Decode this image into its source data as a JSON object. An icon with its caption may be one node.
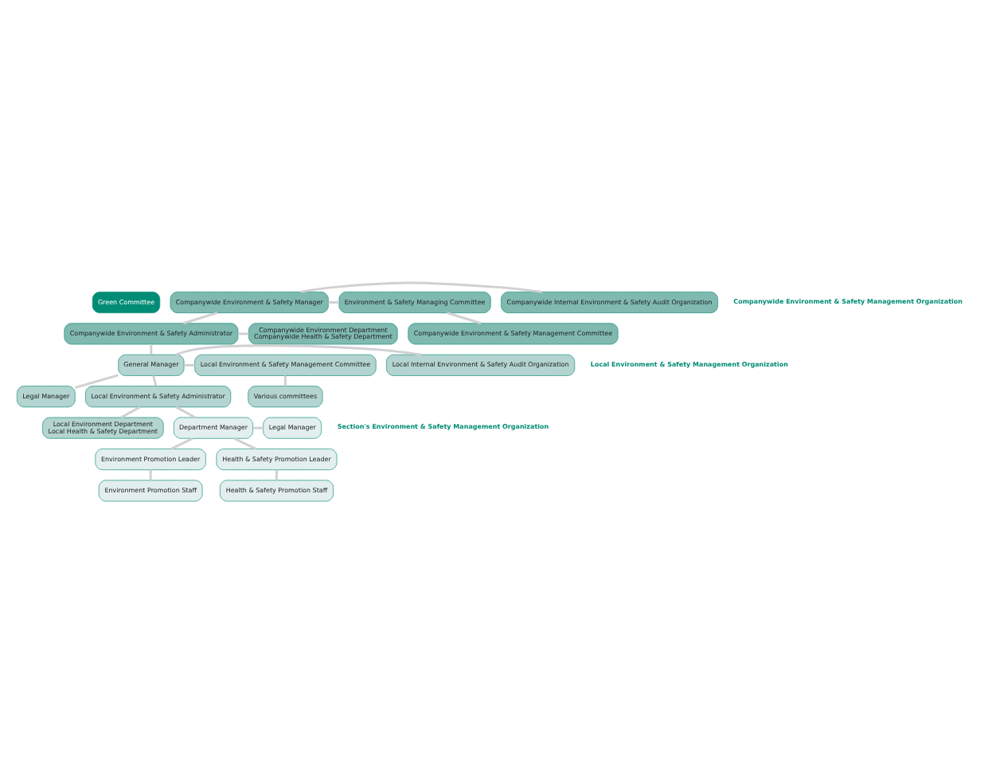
{
  "diagram": {
    "nodes": [
      {
        "text": [
          "Green Committee"
        ]
      },
      {
        "text": [
          "Companywide Environment & Safety Manager"
        ]
      },
      {
        "text": [
          "Companywide Internal Environment & Safety Audit Organization"
        ]
      },
      {
        "text": [
          "Environment & Safety Managing Committee"
        ]
      },
      {
        "text": [
          "Companywide Environment & Safety Administrator"
        ]
      },
      {
        "text": [
          "Companywide Environment Department",
          "Companywide Health & Safety Department"
        ]
      },
      {
        "text": [
          "Companywide Environment & Safety Management Committee"
        ]
      },
      {
        "text": [
          "General Manager"
        ]
      },
      {
        "text": [
          "Local Internal Environment & Safety Audit Organization"
        ]
      },
      {
        "text": [
          "Local Environment & Safety Management Committee"
        ]
      },
      {
        "text": [
          "Various committees"
        ]
      },
      {
        "text": [
          "Legal Manager"
        ]
      },
      {
        "text": [
          "Local Environment & Safety Administrator"
        ]
      },
      {
        "text": [
          "Local Environment Department",
          "Local Health & Safety Department"
        ]
      },
      {
        "text": [
          "Department Manager"
        ]
      },
      {
        "text": [
          "Legal Manager"
        ]
      },
      {
        "text": [
          "Environment Promotion Leader"
        ]
      },
      {
        "text": [
          "Health & Safety Promotion Leader"
        ]
      },
      {
        "text": [
          "Environment Promotion Staff"
        ]
      },
      {
        "text": [
          "Health & Safety Promotion Staff"
        ]
      }
    ],
    "edges": [
      {
        "from": 1,
        "to": 2,
        "arrow": "none"
      },
      {
        "from": 1,
        "to": 3,
        "arrow": "none"
      },
      {
        "from": 3,
        "to": 6,
        "arrow": "none"
      },
      {
        "from": 1,
        "to": 4,
        "arrow": "none"
      },
      {
        "from": 4,
        "to": 5,
        "arrow": "none"
      },
      {
        "from": 4,
        "to": 7,
        "arrow": "none"
      },
      {
        "from": 7,
        "to": 8,
        "arrow": "none"
      },
      {
        "from": 7,
        "to": 9,
        "arrow": "none"
      },
      {
        "from": 9,
        "to": 10,
        "arrow": "none"
      },
      {
        "from": 7,
        "to": 11,
        "arrow": "none"
      },
      {
        "from": 7,
        "to": 12,
        "arrow": "none"
      },
      {
        "from": 12,
        "to": 13,
        "arrow": "none"
      },
      {
        "from": 12,
        "to": 14,
        "arrow": "none"
      },
      {
        "from": 14,
        "to": 15,
        "arrow": "none"
      },
      {
        "from": 14,
        "to": 16,
        "arrow": "none"
      },
      {
        "from": 14,
        "to": 17,
        "arrow": "none"
      },
      {
        "from": 16,
        "to": 18,
        "arrow": "none"
      },
      {
        "from": 17,
        "to": 19,
        "arrow": "none"
      }
    ],
    "labels": [
      "Companywide Environment & Safety Management Organization",
      "Local Environment & Safety Management Organization",
      "Section's Environment & Safety Management Organization"
    ]
  }
}
